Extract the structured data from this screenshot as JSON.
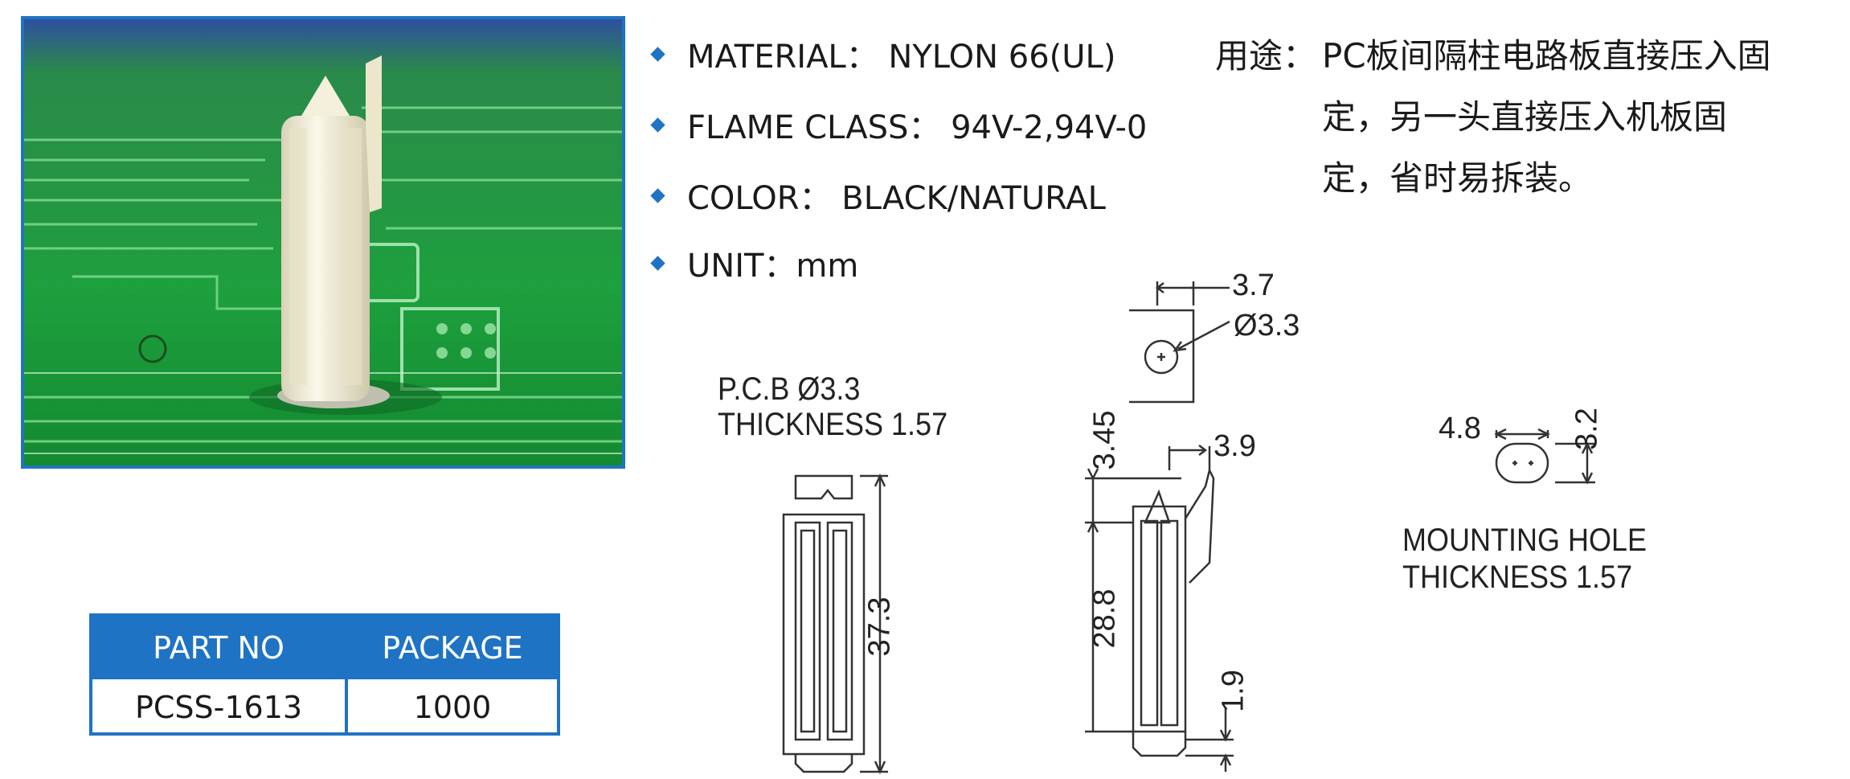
{
  "specs": [
    {
      "text": "MATERIAL： NYLON 66(UL)"
    },
    {
      "text": "FLAME CLASS： 94V-2,94V-0"
    },
    {
      "text": "COLOR： BLACK/NATURAL"
    },
    {
      "text": "UNIT：mm"
    }
  ],
  "usage": {
    "label": "用途：",
    "lines": [
      "PC板间隔柱电路板直接压入固",
      "定，另一头直接压入机板固",
      "定，省时易拆装。"
    ]
  },
  "table": {
    "headers": [
      "PART NO",
      "PACKAGE"
    ],
    "rows": [
      [
        "PCSS-1613",
        "1000"
      ]
    ]
  },
  "drawing": {
    "pcb_label_1": "P.C.B  Ø3.3",
    "pcb_label_2": "THICKNESS  1.57",
    "mount_label_1": "MOUNTING  HOLE",
    "mount_label_2": "THICKNESS  1.57",
    "dims": {
      "total_length": "37.3",
      "top_width": "3.7",
      "hole_dia": "Ø3.3",
      "tip_height": "3.45",
      "hook_width": "3.9",
      "body_length": "28.8",
      "bottom_gap": "1.9",
      "hole_len": "4.8",
      "hole_wid": "3.2"
    }
  },
  "colors": {
    "accent": "#1f73c4",
    "pcb_green": "#1f9a3c"
  }
}
